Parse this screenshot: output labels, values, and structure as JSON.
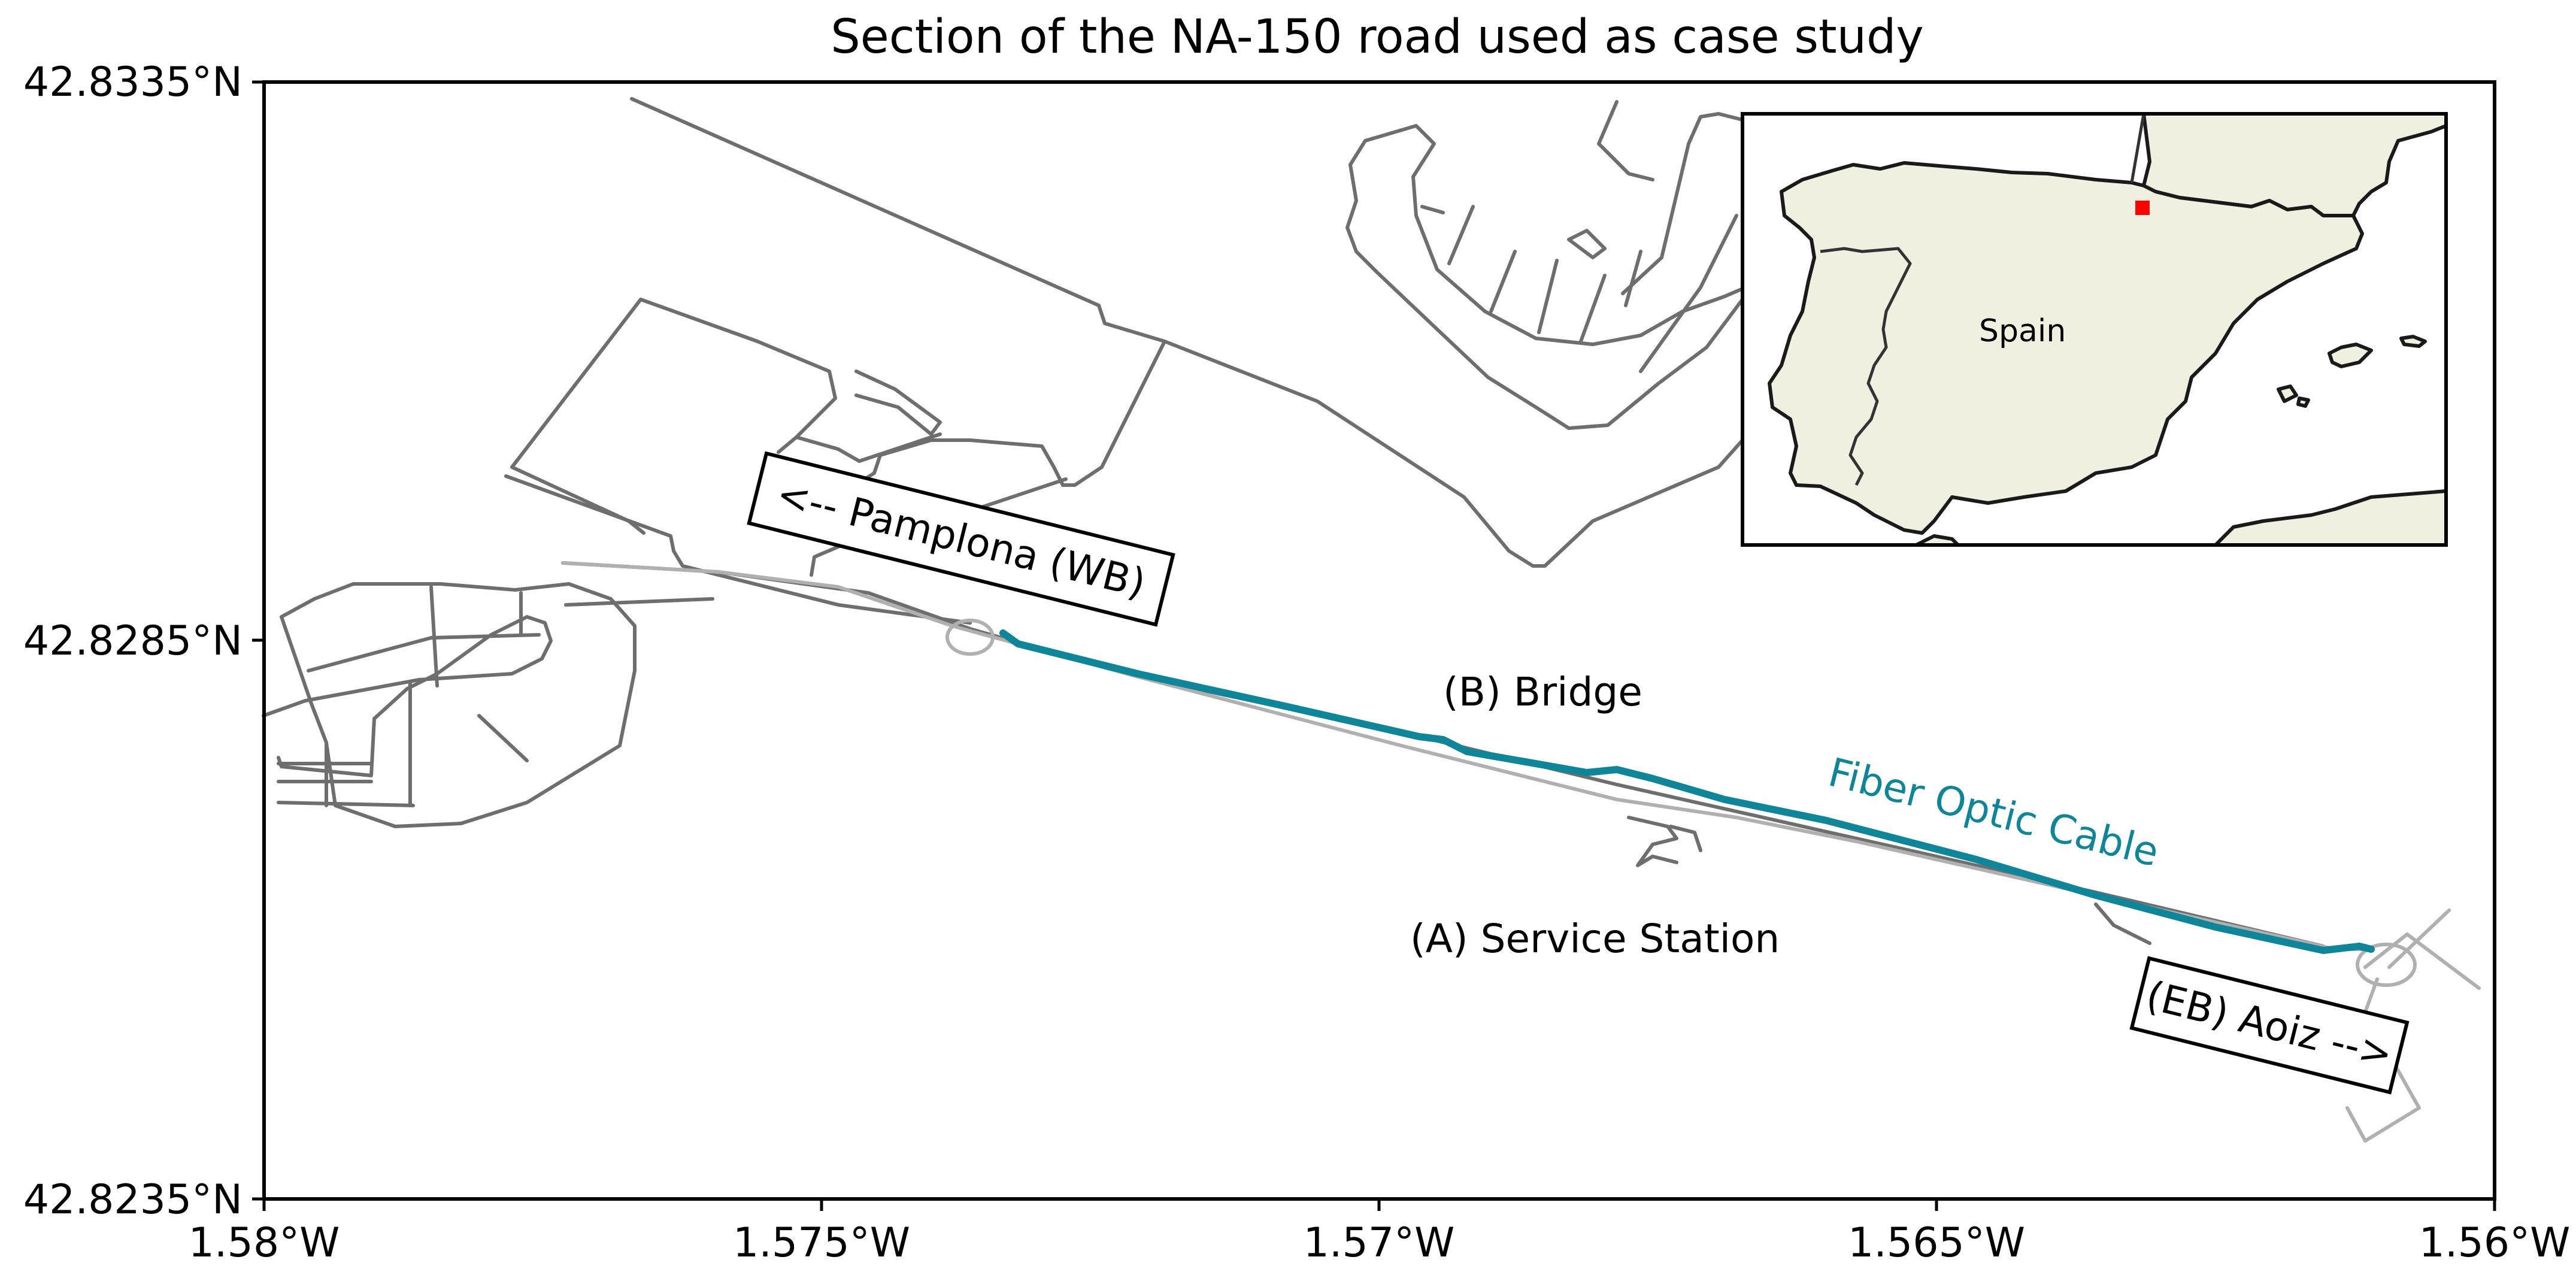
{
  "title": "Section of the NA-150 road used as case study",
  "axes": {
    "x_ticks": [
      "1.58°W",
      "1.575°W",
      "1.57°W",
      "1.565°W",
      "1.56°W"
    ],
    "y_ticks": [
      "42.8335°N",
      "42.8285°N",
      "42.8235°N"
    ],
    "xlim": [
      -1.58,
      -1.56
    ],
    "ylim": [
      42.8235,
      42.8335
    ]
  },
  "annotations": {
    "bridge": "(B) Bridge",
    "service_station": "(A) Service Station",
    "fiber_cable": "Fiber Optic Cable"
  },
  "direction_labels": {
    "westbound": "<-- Pamplona (WB)",
    "eastbound": "(EB) Aoiz -->"
  },
  "inset": {
    "country_label": "Spain",
    "marker_color": "#ff0000"
  },
  "colors": {
    "fiber": "#0f8599",
    "road_dark": "#6e6e6e",
    "road_light": "#b0b0b0",
    "land": "#f0f0e1"
  }
}
